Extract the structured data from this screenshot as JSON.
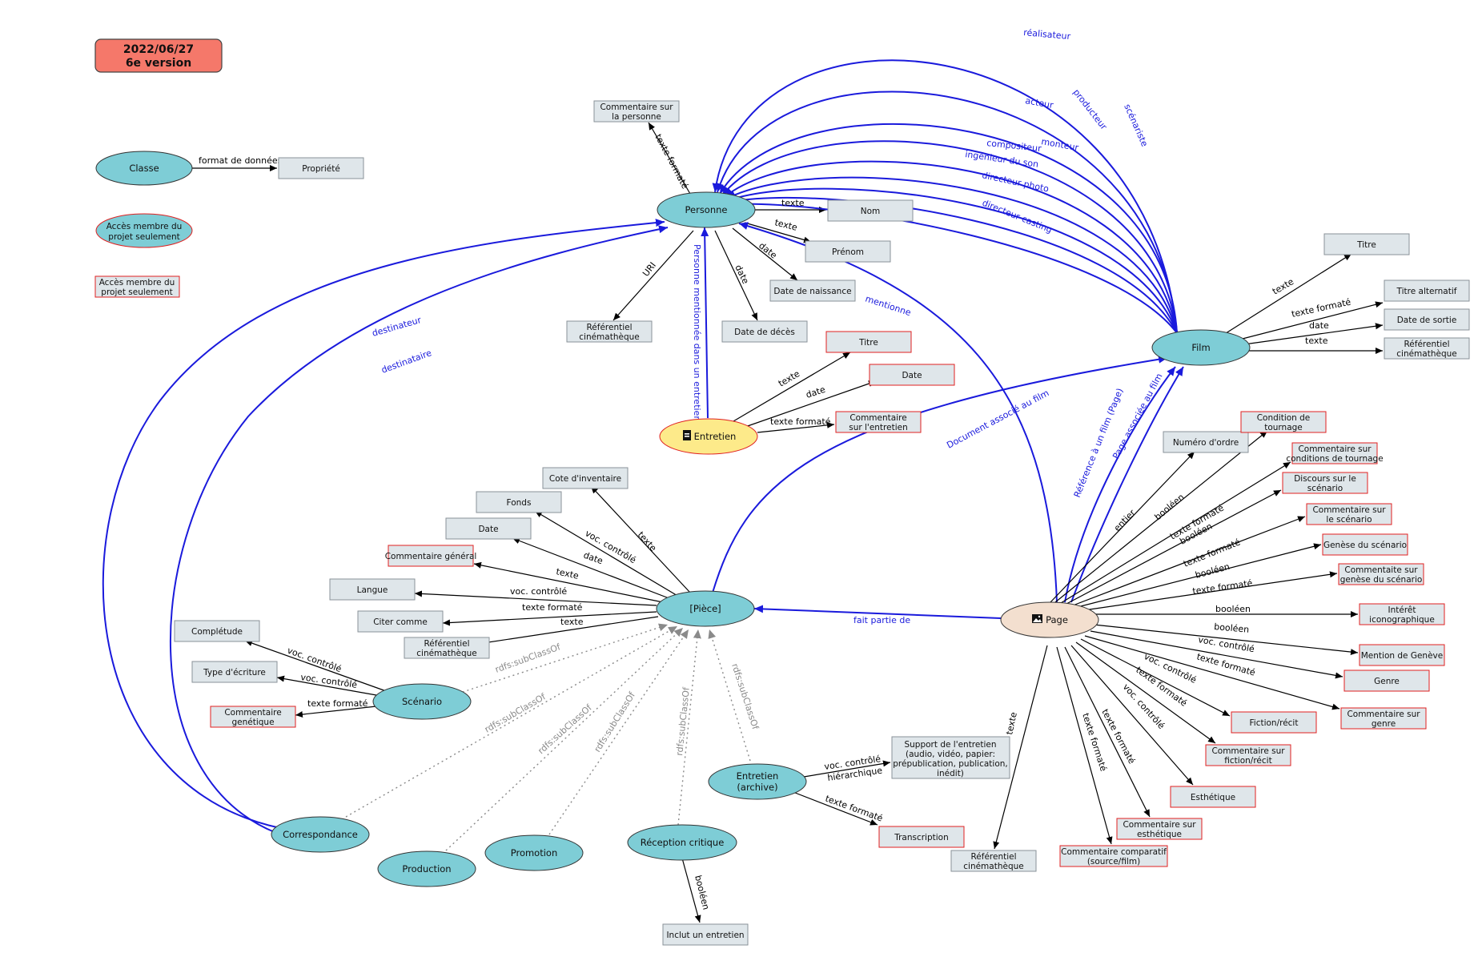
{
  "version": {
    "date": "2022/06/27",
    "label": "6e version"
  },
  "colors": {
    "class_fill": "#7ecdd6",
    "property_fill": "#dfe6ea",
    "member_border": "#e02020",
    "property_border": "#8a9298",
    "link_blue": "#1a1adc",
    "subclass_gray": "#8a8a8a",
    "version_fill": "#f5786a",
    "entretien_fill": "#fdea8a",
    "page_fill": "#f3dfcf"
  },
  "legend": {
    "classe": "Classe",
    "format": "format de données",
    "propriete": "Propriété",
    "member_class": [
      "Accès membre du",
      "projet seulement"
    ],
    "member_prop": [
      "Accès membre du",
      "projet seulement"
    ]
  },
  "classes": {
    "personne": "Personne",
    "film": "Film",
    "entretien": "Entretien",
    "piece": "[Pièce]",
    "page": "Page",
    "scenario": "Scénario",
    "correspondance": "Correspondance",
    "production": "Production",
    "promotion": "Promotion",
    "reception": "Réception critique",
    "entretien_archive": [
      "Entretien",
      "(archive)"
    ]
  },
  "personne_props": {
    "commentaire": [
      "Commentaire sur",
      "la personne"
    ],
    "nom": "Nom",
    "prenom": "Prénom",
    "naissance": "Date de naissance",
    "deces": "Date de décès",
    "referentiel": [
      "Référentiel",
      "cinémathèque"
    ]
  },
  "film_props": {
    "titre": "Titre",
    "titre_alt": "Titre alternatif",
    "sortie": "Date de sortie",
    "referentiel": [
      "Référentiel",
      "cinémathèque"
    ]
  },
  "entretien_props": {
    "titre": "Titre",
    "date": "Date",
    "commentaire": [
      "Commentaire",
      "sur l'entretien"
    ]
  },
  "piece_props": {
    "cote": "Cote d'inventaire",
    "fonds": "Fonds",
    "date": "Date",
    "commentaire": "Commentaire général",
    "langue": "Langue",
    "citer": "Citer comme",
    "referentiel": [
      "Référentiel",
      "cinémathèque"
    ]
  },
  "scenario_props": {
    "completude": "Complétude",
    "ecriture": "Type d'écriture",
    "commentaire": [
      "Commentaire",
      "genétique"
    ]
  },
  "page_props": {
    "numero": "Numéro d'ordre",
    "condition": [
      "Condition de",
      "tournage"
    ],
    "comm_conditions": [
      "Commentaire sur",
      "conditions de tournage"
    ],
    "discours": [
      "Discours sur le",
      "scénario"
    ],
    "comm_scenario": [
      "Commentaire sur",
      "le scénario"
    ],
    "genese": "Genèse du scénario",
    "comm_genese": [
      "Commentaite sur",
      "genèse du scénario"
    ],
    "interet": [
      "Intérêt",
      "iconographique"
    ],
    "geneve": "Mention de Genève",
    "genre": "Genre",
    "comm_genre": [
      "Commentaire sur",
      "genre"
    ],
    "fiction": "Fiction/récit",
    "comm_fiction": [
      "Commentaire sur",
      "fiction/récit"
    ],
    "esthetique": "Esthétique",
    "comm_esthetique": [
      "Commentaire sur",
      "esthétique"
    ],
    "comparatif": [
      "Commentaire comparatif",
      "(source/film)"
    ],
    "referentiel": [
      "Référentiel",
      "cinémathèque"
    ]
  },
  "archive_props": {
    "support": [
      "Support de l'entretien",
      "(audio, vidéo, papier:",
      "prépublication, publication,",
      "inédit)"
    ],
    "transcription": "Transcription"
  },
  "reception_props": {
    "inclut": "Inclut un entretien"
  },
  "film_person_roles": [
    "réalisateur",
    "producteur",
    "scénariste",
    "acteur",
    "monteur",
    "compositeur",
    "ingénieur du son",
    "directeur photo",
    "directeur casting"
  ],
  "edge_labels": {
    "texte": "texte",
    "texte_formate": "texte formaté",
    "date": "date",
    "uri": "URI",
    "voc": "voc. contrôlé",
    "booleen": "booléen",
    "entier": "entier",
    "voc_hier": [
      "voc. contrôlé",
      "hiérarchique"
    ],
    "subclass": "rdfs:subClassOf",
    "destinateur": "destinateur",
    "destinataire": "destinataire",
    "mentionne": "mentionne",
    "personne_mentionnee": "Personne mentionnée dans un entretien",
    "doc_film": "Document associé au film",
    "ref_film": "Référence à un film (Page)",
    "page_film": "Page associée au film",
    "fait_partie": "fait partie de"
  }
}
